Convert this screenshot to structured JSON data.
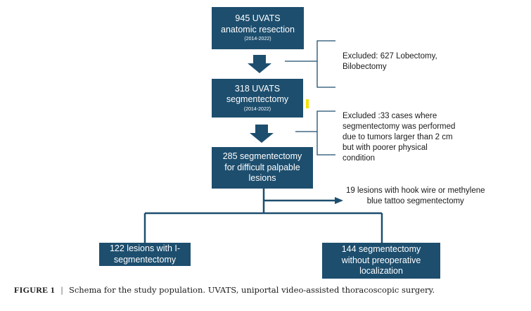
{
  "boxes": {
    "b1": {
      "line1": "945  UVATS",
      "line2": "anatomic resection",
      "years": "(2014-2022)"
    },
    "b2": {
      "line1": "318 UVATS",
      "line2": "segmentectomy",
      "years": "(2014-2022)"
    },
    "b3": {
      "line1": "285 segmentectomy",
      "line2": "for difficult palpable",
      "line3": "lesions"
    },
    "b4": {
      "line1": "122 lesions with I-",
      "line2": "segmentectomy"
    },
    "b5": {
      "line1": "144 segmentectomy",
      "line2": "without preoperative",
      "line3": "localization"
    }
  },
  "notes": {
    "excl1": {
      "line1": "Excluded: 627 Lobectomy,",
      "line2": "Bilobectomy"
    },
    "excl2": {
      "line1": "Excluded :33 cases where",
      "line2": "segmentectomy was performed",
      "line3": "due to tumors larger than 2 cm",
      "line4": "but with poorer physical",
      "line5": "condition"
    },
    "hook": {
      "line1": "19 lesions with hook wire or  methylene",
      "line2": "blue tattoo segmentectomy"
    }
  },
  "caption": {
    "label": "FIGURE 1",
    "separator": "|",
    "text": "Schema for the study population. UVATS, uniportal video-assisted thoracoscopic surgery."
  },
  "colors": {
    "box": "#1d4e6e",
    "marker": "#f5e400"
  }
}
